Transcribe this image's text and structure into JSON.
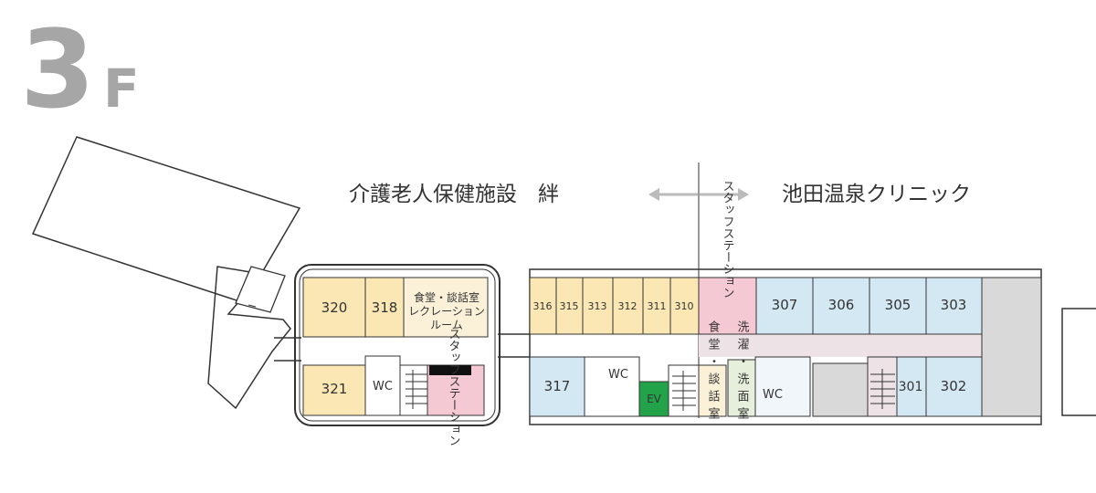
{
  "floor": {
    "number": "3",
    "suffix": "F"
  },
  "facilities": {
    "left_name": "介護老人保健施設　絆",
    "right_name": "池田温泉クリニック"
  },
  "labels": {
    "staff_station": "スタッフステーション",
    "dining_lounge_recreation": [
      "食堂・談話室",
      "レクレーション",
      "ルーム"
    ],
    "dining_lounge": "食堂・談話室",
    "laundry_washroom": "洗濯・洗面室",
    "wc": "WC",
    "ev": "EV"
  },
  "rooms": {
    "r320": "320",
    "r318": "318",
    "r321": "321",
    "r316": "316",
    "r315": "315",
    "r313": "313",
    "r312": "312",
    "r311": "311",
    "r310": "310",
    "r317": "317",
    "r307": "307",
    "r306": "306",
    "r305": "305",
    "r303": "303",
    "r301": "301",
    "r302": "302"
  },
  "colors": {
    "resident_room": "#fae7b4",
    "clinic_room": "#d4e8f4",
    "staff_station": "#f5c9d4",
    "common_area": "#fbf1d9",
    "elevator": "#22a34a",
    "utility": "#d9d9d9",
    "corridor": "#ede3e6",
    "floor_mark": "#a6a6a6"
  }
}
